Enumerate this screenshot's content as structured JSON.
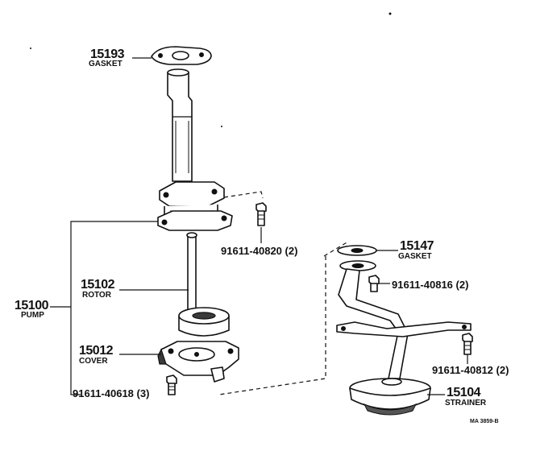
{
  "parts": {
    "gasket_top": {
      "number": "15193",
      "name": "GASKET"
    },
    "pump": {
      "number": "15100",
      "name": "PUMP"
    },
    "rotor": {
      "number": "15102",
      "name": "ROTOR"
    },
    "cover": {
      "number": "15012",
      "name": "COVER"
    },
    "gasket_strainer": {
      "number": "15147",
      "name": "GASKET"
    },
    "strainer": {
      "number": "15104",
      "name": "STRAINER"
    }
  },
  "bolts": {
    "pump_body": "91611-40820 (2)",
    "cover": "91611-40618 (3)",
    "strainer_flange": "91611-40816 (2)",
    "strainer_bracket": "91611-40812 (2)"
  },
  "drawing_code": "MA 3859-B"
}
